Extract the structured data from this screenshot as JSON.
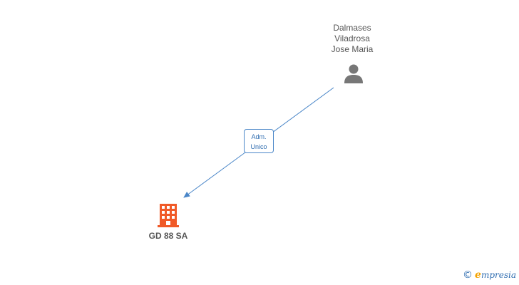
{
  "person": {
    "name_lines": [
      "Dalmases",
      "Viladrosa",
      "Jose Maria"
    ],
    "icon": "person-icon"
  },
  "company": {
    "name": "GD 88 SA",
    "icon": "building-icon"
  },
  "relation": {
    "role_lines": [
      "Adm.",
      "Unico"
    ]
  },
  "footer": {
    "copyright_symbol": "©",
    "brand_initial": "e",
    "brand_rest": "mpresia"
  },
  "colors": {
    "edge": "#4a86c8",
    "company_icon": "#f05a28",
    "person_icon": "#777777",
    "brand_blue": "#2f6db0",
    "brand_orange": "#f4a300"
  }
}
